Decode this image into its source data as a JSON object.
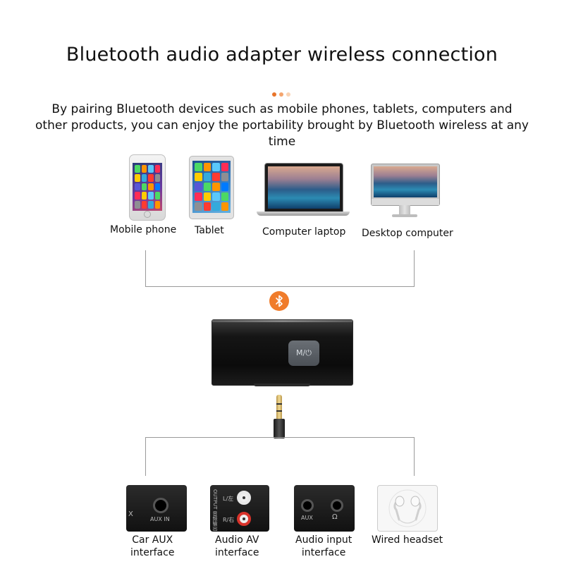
{
  "header": {
    "title": "Bluetooth audio adapter wireless connection",
    "subtitle": "By pairing Bluetooth devices such as mobile phones, tablets, computers and other products, you can enjoy the portability brought by Bluetooth wireless at any time"
  },
  "colors": {
    "accent": "#f07c2b",
    "dot_1": "#e8742a",
    "dot_2": "#f4a56e",
    "dot_3": "#f9d3b4",
    "line": "#9a9a9a"
  },
  "sources": [
    {
      "label": "Mobile phone",
      "icon": "smartphone-icon"
    },
    {
      "label": "Tablet",
      "icon": "tablet-icon"
    },
    {
      "label": "Computer laptop",
      "icon": "laptop-icon"
    },
    {
      "label": "Desktop computer",
      "icon": "desktop-computer-icon"
    }
  ],
  "bluetooth_icon": "bluetooth-icon",
  "adapter": {
    "button_label": "M/⏻",
    "icon": "bluetooth-adapter-icon"
  },
  "outputs": [
    {
      "label_line1": "Car AUX",
      "label_line2": "interface",
      "port_text": "AUX IN",
      "port_prefix": "X",
      "icon": "car-aux-port-icon"
    },
    {
      "label_line1": "Audio AV",
      "label_line2": "interface",
      "port_text": "OUTPUT 音频输出",
      "left_channel": "L/左",
      "right_channel": "R/右",
      "icon": "rca-ports-icon"
    },
    {
      "label_line1": "Audio input",
      "label_line2": "interface",
      "port_text": "AUX",
      "headphone_symbol": "Ω",
      "icon": "audio-jack-icon"
    },
    {
      "label_line1": "Wired headset",
      "label_line2": "",
      "icon": "earphones-icon"
    }
  ]
}
